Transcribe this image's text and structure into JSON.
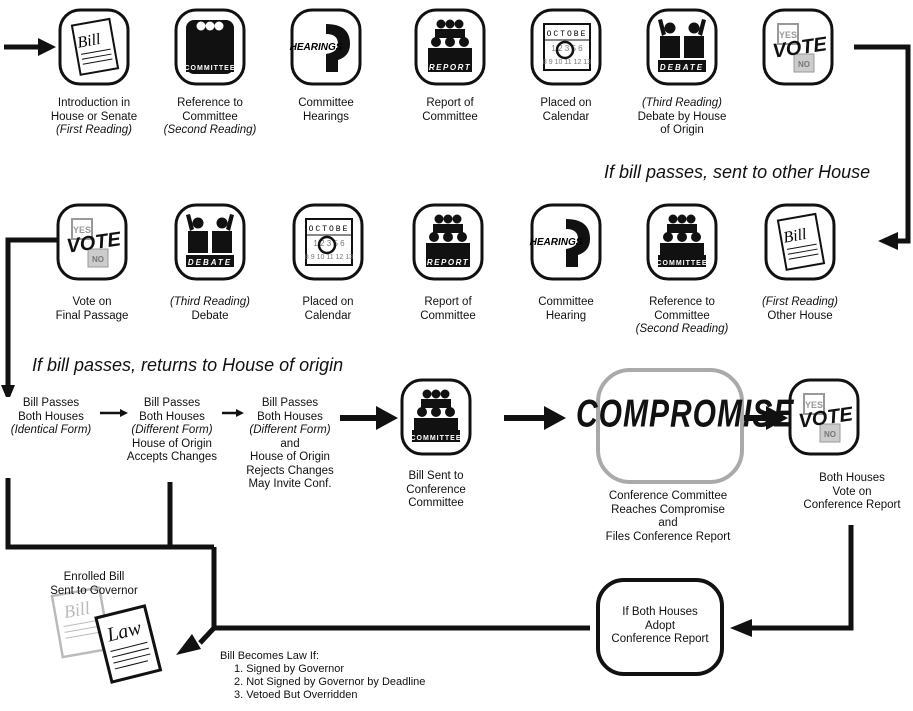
{
  "row1": [
    {
      "lines": [
        "Introduction in",
        "House or Senate"
      ],
      "italic": [
        "(First Reading)"
      ]
    },
    {
      "lines": [
        "Reference to",
        "Committee"
      ],
      "italic": [
        "(Second Reading)"
      ]
    },
    {
      "lines": [
        "Committee",
        "Hearings"
      ],
      "italic": []
    },
    {
      "lines": [
        "Report of",
        "Committee"
      ],
      "italic": []
    },
    {
      "lines": [
        "Placed on",
        "Calendar"
      ],
      "italic": []
    },
    {
      "italic_first": [
        "(Third Reading)"
      ],
      "lines": [
        "Debate by House",
        "of Origin"
      ]
    }
  ],
  "row2": [
    {
      "lines": [
        "Vote on",
        "Final Passage"
      ]
    },
    {
      "italic_first": [
        "(Third Reading)"
      ],
      "lines": [
        "Debate"
      ]
    },
    {
      "lines": [
        "Placed on",
        "Calendar"
      ]
    },
    {
      "lines": [
        "Report of",
        "Committee"
      ]
    },
    {
      "lines": [
        "Committee",
        "Hearing"
      ]
    },
    {
      "lines": [
        "Reference to",
        "Committee"
      ],
      "italic": [
        "(Second Reading)"
      ]
    },
    {
      "italic_first": [
        "(First Reading)"
      ],
      "lines": [
        "Other House"
      ]
    }
  ],
  "icon_text": {
    "bill": "Bill",
    "committee": "COMMITTEE",
    "hearings": "HEARINGS",
    "report": "REPORT",
    "october": "OCTOBE",
    "cal_row1": "1 2 3 5 6",
    "cal_row2": "8 9 10 11 12 13",
    "debate": "DEBATE",
    "yes": "YES",
    "no": "NO",
    "vote": "VOTE",
    "law": "Law"
  },
  "banners": {
    "sent_other": "If bill passes, sent to other House",
    "returns_origin": "If bill passes, returns to House of origin"
  },
  "row3": {
    "identical": {
      "lines": [
        "Bill Passes",
        "Both Houses"
      ],
      "italic": [
        "(Identical Form)"
      ]
    },
    "accepts": {
      "lines": [
        "Bill Passes",
        "Both Houses"
      ],
      "italic": [
        "(Different Form)"
      ],
      "after": [
        "House of Origin",
        "Accepts Changes"
      ]
    },
    "rejects": {
      "lines": [
        "Bill Passes",
        "Both Houses"
      ],
      "italic": [
        "(Different Form)"
      ],
      "after": [
        "and",
        "House of Origin",
        "Rejects Changes",
        "May Invite Conf."
      ]
    },
    "conference": {
      "lines": [
        "Bill Sent to",
        "Conference",
        "Committee"
      ]
    },
    "compromise_word": "COMPROMISE",
    "compromise_caption": {
      "lines": [
        "Conference Committee",
        "Reaches Compromise",
        "and",
        "Files Conference Report"
      ]
    },
    "both_vote": {
      "lines": [
        "Both Houses",
        "Vote on",
        "Conference Report"
      ]
    }
  },
  "bottom": {
    "enrolled": {
      "lines": [
        "Enrolled Bill",
        "Sent to Governor"
      ]
    },
    "adopt": {
      "lines": [
        "If Both Houses",
        "Adopt",
        "Conference Report"
      ]
    },
    "becomes_law_title": "Bill Becomes Law If:",
    "becomes_law_items": [
      "1. Signed by Governor",
      "2. Not Signed by Governor by Deadline",
      "3. Vetoed But Overridden"
    ]
  }
}
